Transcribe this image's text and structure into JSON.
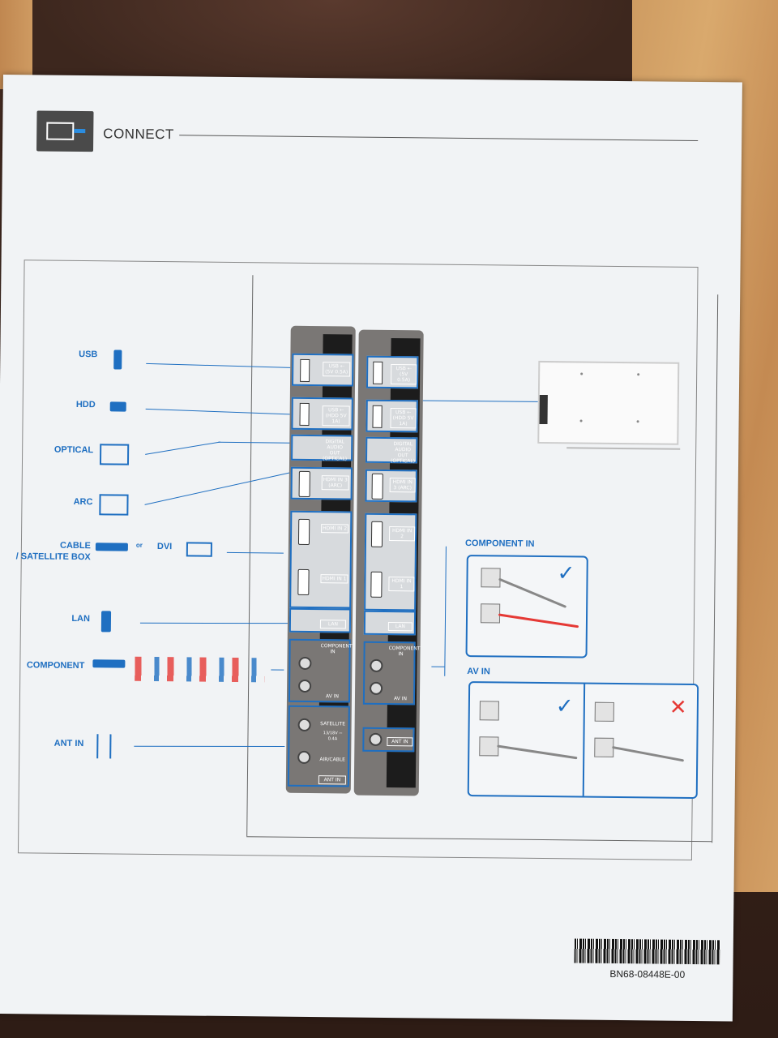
{
  "header": {
    "title": "CONNECT"
  },
  "devices": {
    "usb": "USB",
    "hdd": "HDD",
    "optical": "OPTICAL",
    "arc": "ARC",
    "cable": "CABLE",
    "satellite": "/ SATELLITE BOX",
    "or": "or",
    "dvi": "DVI",
    "lan": "LAN",
    "component": "COMPONENT",
    "antin": "ANT IN"
  },
  "ports_left": {
    "usb1": "USB ⇠ (5V 0.5A)",
    "usb2": "USB ⇠ (HDD 5V 1A)",
    "optical": "DIGITAL AUDIO OUT (OPTICAL)",
    "hdmi3": "HDMI IN 3 (ARC)",
    "hdmi2": "HDMI IN 2",
    "hdmi1": "HDMI IN 1",
    "lan": "LAN",
    "component": "COMPONENT IN",
    "avin": "AV IN",
    "satellite": "SATELLITE",
    "satellite_sub": "13/18V ⎓ 0.4A",
    "aircable": "AIR/CABLE",
    "antin": "ANT IN"
  },
  "ports_right": {
    "usb1": "USB ⇠ (5V 0.5A)",
    "usb2": "USB ⇠ (HDD 5V 1A)",
    "optical": "DIGITAL AUDIO OUT (OPTICAL)",
    "hdmi3": "HDMI IN 3 (ARC)",
    "hdmi2": "HDMI IN 2",
    "hdmi1": "HDMI IN 1",
    "lan": "LAN",
    "component": "COMPONENT IN",
    "avin": "AV IN",
    "antin": "ANT IN"
  },
  "sections": {
    "component_in": "COMPONENT IN",
    "av_in": "AV IN"
  },
  "footer": {
    "code": "BN68-08448E-00"
  },
  "colors": {
    "accent": "#1f6fc1",
    "error": "#e53935"
  }
}
